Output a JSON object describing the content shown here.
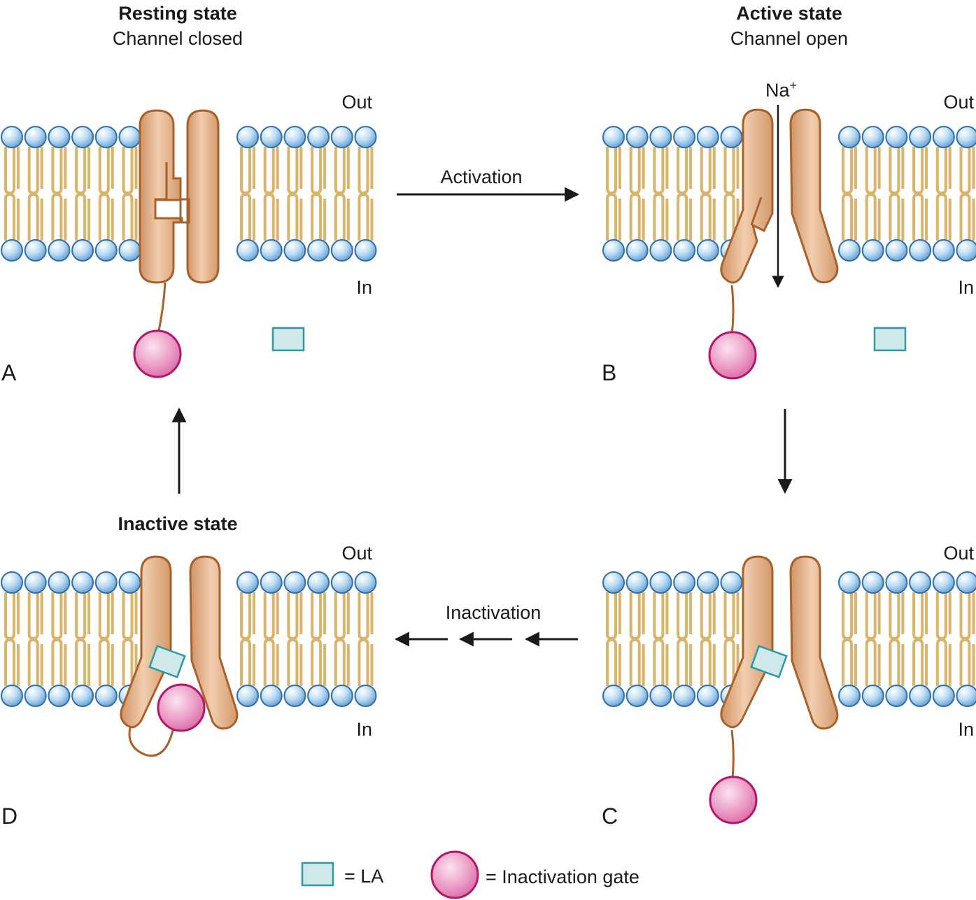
{
  "panels": {
    "A": {
      "letter": "A",
      "title": "Resting state",
      "subtitle": "Channel closed",
      "out_label": "Out",
      "in_label": "In"
    },
    "B": {
      "letter": "B",
      "title": "Active state",
      "subtitle": "Channel open",
      "out_label": "Out",
      "in_label": "In",
      "ion_label": "Na",
      "ion_charge": "+"
    },
    "C": {
      "letter": "C",
      "out_label": "Out",
      "in_label": "In"
    },
    "D": {
      "letter": "D",
      "title": "Inactive state",
      "out_label": "Out",
      "in_label": "In"
    }
  },
  "transitions": {
    "activation": "Activation",
    "inactivation": "Inactivation"
  },
  "legend": {
    "la_label": "= LA",
    "gate_label": "= Inactivation gate"
  },
  "colors": {
    "protein": "#dba77f",
    "protein_edge": "#a8612a",
    "lipid_head": "#a9cfee",
    "lipid_head_edge": "#2f6fa8",
    "lipid_tail": "#d9b46a",
    "gate": "#e98fc0",
    "gate_edge": "#b4166a",
    "la_fill": "#cfe9ea",
    "la_edge": "#2d9aa0"
  }
}
